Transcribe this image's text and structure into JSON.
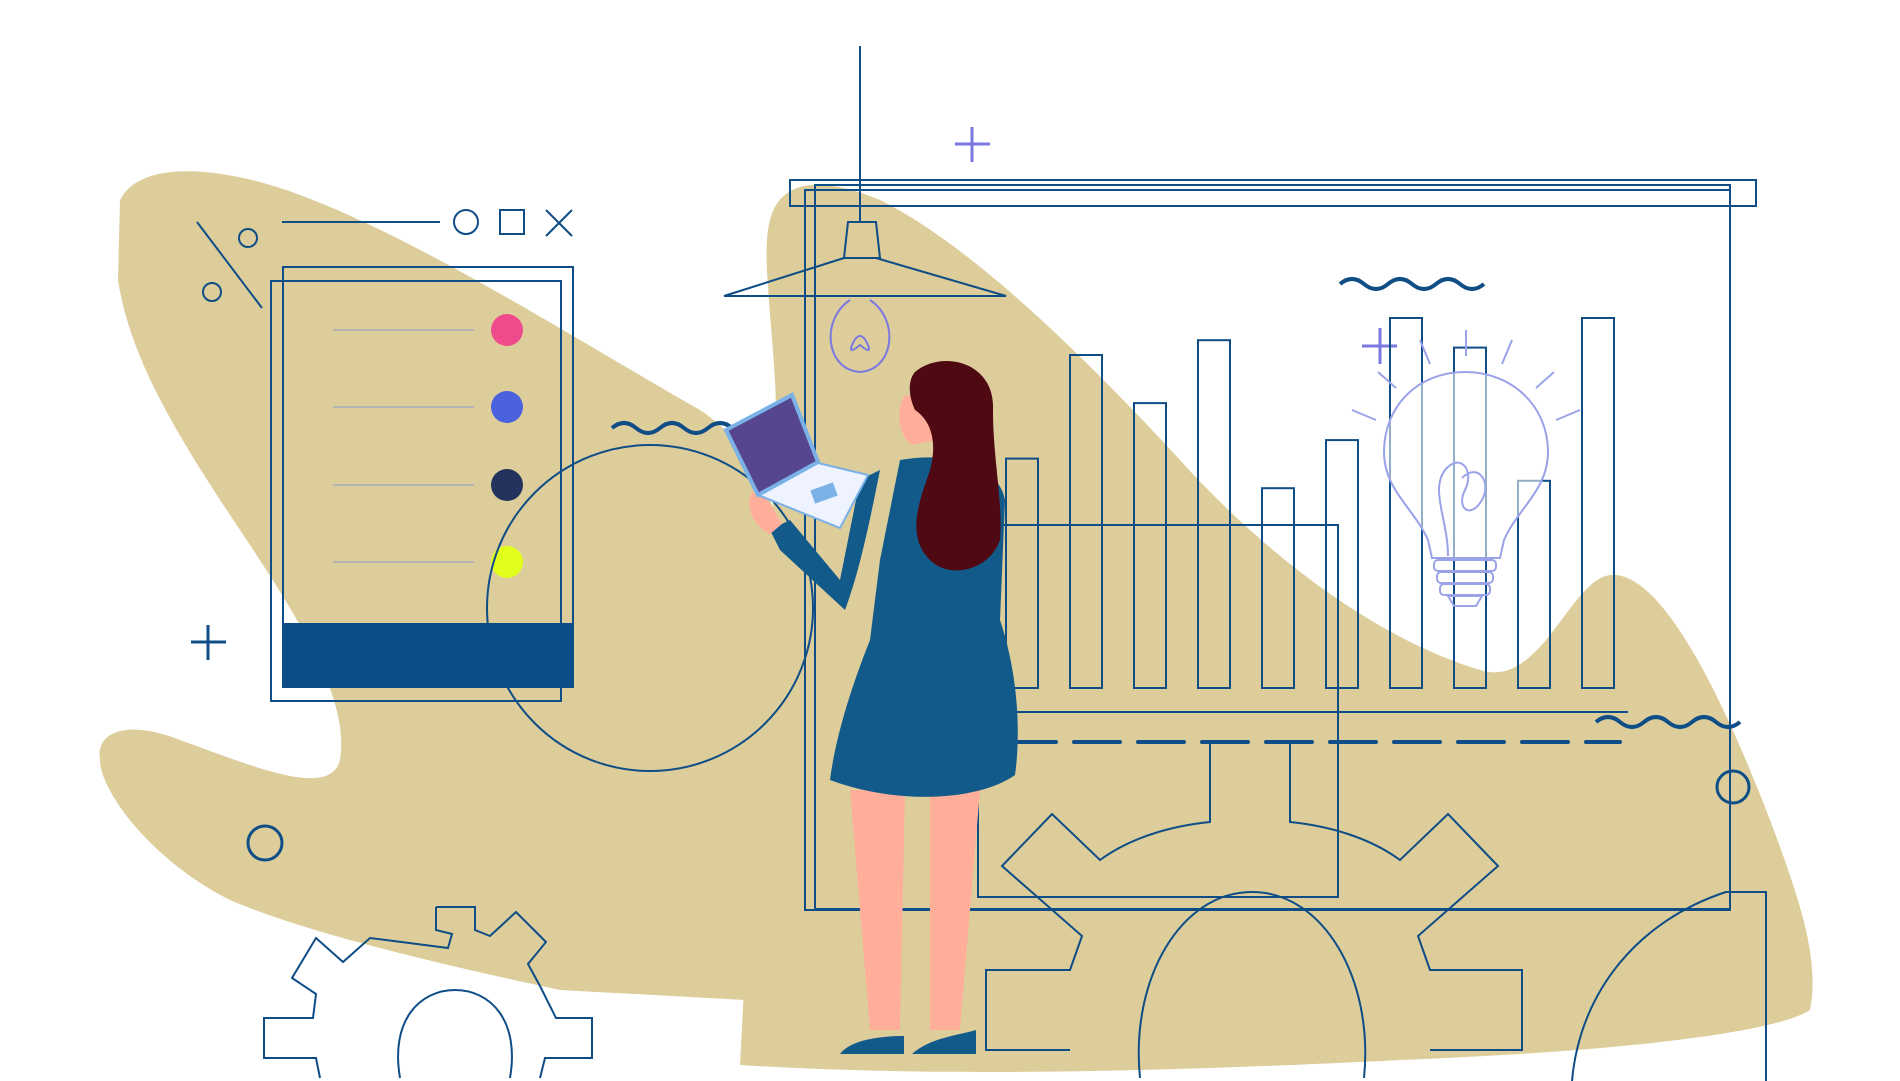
{
  "palette": {
    "background": "#ffffff",
    "blob": "#dccd9b",
    "navy_line": "#0e4d86",
    "navy_fill": "#0b4d86",
    "accent_purple": "#7b79e0",
    "dot_pink": "#ef4b8c",
    "dot_blue": "#4a62de",
    "dot_dark": "#24325e",
    "dot_lime": "#e2ff1c",
    "hair": "#4e0912",
    "dress": "#125a8a",
    "skin": "#ffae9a",
    "laptop_screen": "#56468f",
    "laptop_body": "#eef3ff",
    "bulb_line": "#9aa3e8"
  },
  "window_controls": [
    "circle-icon",
    "square-icon",
    "close-icon"
  ],
  "list_dots": [
    "dot_pink",
    "dot_blue",
    "dot_dark",
    "dot_lime"
  ],
  "chart_bar_levels": [
    0.62,
    0.9,
    0.77,
    0.94,
    0.54,
    0.67,
    1.0,
    0.92,
    0.56,
    1.0
  ],
  "decor_icons": [
    "percent-icon",
    "plus-icon",
    "circle-icon",
    "gear-icon",
    "lightbulb-icon",
    "pendant-lamp-icon",
    "wave-icon"
  ]
}
